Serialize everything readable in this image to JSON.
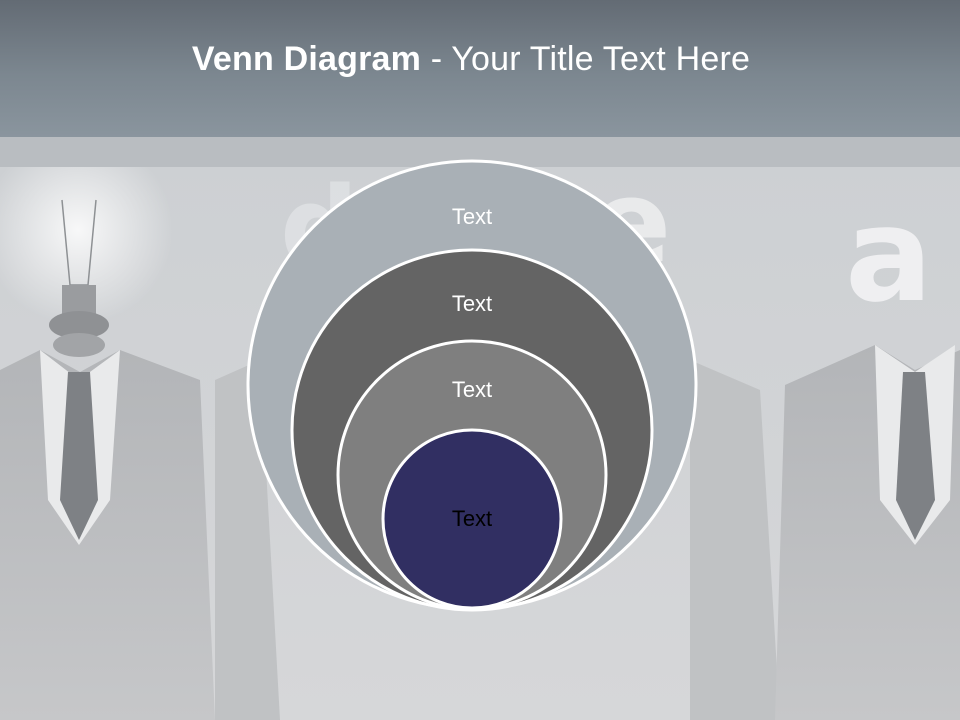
{
  "slide": {
    "title_bold": "Venn Diagram",
    "title_rest": " - Your Title Text Here"
  },
  "diagram": {
    "type": "nested-circles",
    "circles": [
      {
        "label": "Text",
        "fill": "#a9b0b6",
        "text_color": "#ffffff"
      },
      {
        "label": "Text",
        "fill": "#646464",
        "text_color": "#ffffff"
      },
      {
        "label": "Text",
        "fill": "#7f7f7f",
        "text_color": "#ffffff"
      },
      {
        "label": "Text",
        "fill": "#312f62",
        "text_color": "#000000"
      }
    ]
  },
  "colors": {
    "header": "#6f7981",
    "background": "#d4d6d9",
    "circle_outline": "#ffffff"
  }
}
